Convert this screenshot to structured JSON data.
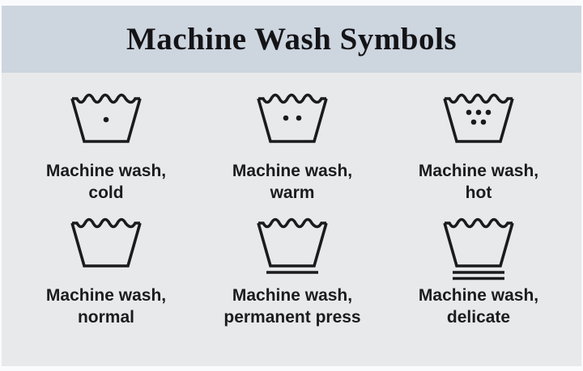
{
  "header": {
    "title": "Machine Wash Symbols"
  },
  "items": [
    {
      "name": "machine-wash-cold",
      "label_line1": "Machine wash,",
      "label_line2": "cold",
      "icon": "wash-tub-1-dot-icon",
      "dots": 1,
      "underlines": 0
    },
    {
      "name": "machine-wash-warm",
      "label_line1": "Machine wash,",
      "label_line2": "warm",
      "icon": "wash-tub-2-dots-icon",
      "dots": 2,
      "underlines": 0
    },
    {
      "name": "machine-wash-hot",
      "label_line1": "Machine wash,",
      "label_line2": "hot",
      "icon": "wash-tub-5-dots-icon",
      "dots": 5,
      "underlines": 0
    },
    {
      "name": "machine-wash-normal",
      "label_line1": "Machine wash,",
      "label_line2": "normal",
      "icon": "wash-tub-plain-icon",
      "dots": 0,
      "underlines": 0
    },
    {
      "name": "machine-wash-permanent-press",
      "label_line1": "Machine wash,",
      "label_line2": "permanent press",
      "icon": "wash-tub-1-bar-icon",
      "dots": 0,
      "underlines": 1
    },
    {
      "name": "machine-wash-delicate",
      "label_line1": "Machine wash,",
      "label_line2": "delicate",
      "icon": "wash-tub-2-bars-icon",
      "dots": 0,
      "underlines": 2
    }
  ],
  "colors": {
    "header_bg": "#cdd5df",
    "panel_bg": "#e8e9eb",
    "symbol_ink": "#1b1b1d",
    "page_bg": "#fafbfc"
  }
}
